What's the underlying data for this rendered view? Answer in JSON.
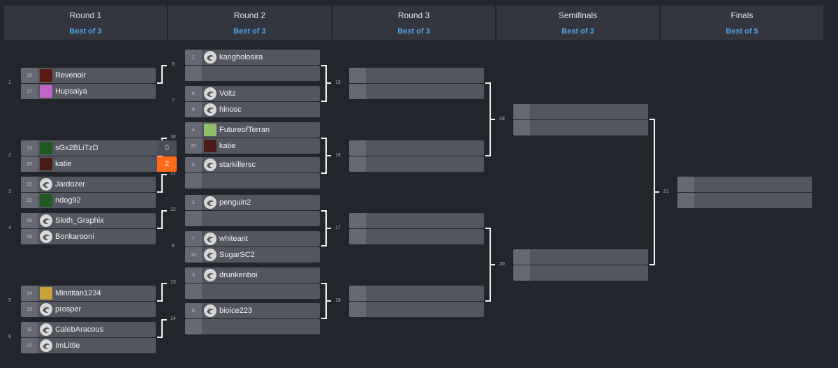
{
  "rounds": [
    {
      "name": "Round 1",
      "best": "Best of 3"
    },
    {
      "name": "Round 2",
      "best": "Best of 3"
    },
    {
      "name": "Round 3",
      "best": "Best of 3"
    },
    {
      "name": "Semifinals",
      "best": "Best of 3"
    },
    {
      "name": "Finals",
      "best": "Best of 5"
    }
  ],
  "round1": [
    {
      "num": "1",
      "p1": {
        "seed": "16",
        "name": "Revenoir"
      },
      "p2": {
        "seed": "17",
        "name": "Hupsaiya"
      }
    },
    {
      "num": "2",
      "p1": {
        "seed": "13",
        "name": "sGx2BLiTzD",
        "score": "0"
      },
      "p2": {
        "seed": "20",
        "name": "katie",
        "score": "2"
      }
    },
    {
      "num": "3",
      "p1": {
        "seed": "12",
        "name": "Jardozer"
      },
      "p2": {
        "seed": "21",
        "name": "ndog92"
      }
    },
    {
      "num": "4",
      "p1": {
        "seed": "15",
        "name": "Sloth_Graphix"
      },
      "p2": {
        "seed": "18",
        "name": "Bonkarooni"
      }
    },
    {
      "num": "5",
      "p1": {
        "seed": "14",
        "name": "Minititan1234"
      },
      "p2": {
        "seed": "19",
        "name": "prosper"
      }
    },
    {
      "num": "6",
      "p1": {
        "seed": "11",
        "name": "CalebAracous"
      },
      "p2": {
        "seed": "22",
        "name": "ImLittle"
      }
    }
  ],
  "round2": [
    {
      "num": "9",
      "p1": {
        "seed": "1",
        "name": "kangholosira"
      },
      "p2": {
        "seed": "",
        "name": ""
      }
    },
    {
      "num": "7",
      "p1": {
        "seed": "8",
        "name": "Voltz"
      },
      "p2": {
        "seed": "9",
        "name": "hinosc"
      }
    },
    {
      "num": "10",
      "p1": {
        "seed": "4",
        "name": "FutureofTerran"
      },
      "p2": {
        "seed": "20",
        "name": "katie"
      }
    },
    {
      "num": "11",
      "p1": {
        "seed": "5",
        "name": "starkillersc"
      },
      "p2": {
        "seed": "",
        "name": ""
      }
    },
    {
      "num": "12",
      "p1": {
        "seed": "2",
        "name": "penguin2"
      },
      "p2": {
        "seed": "",
        "name": ""
      }
    },
    {
      "num": "8",
      "p1": {
        "seed": "7",
        "name": "whiteant"
      },
      "p2": {
        "seed": "10",
        "name": "SugarSC2"
      }
    },
    {
      "num": "13",
      "p1": {
        "seed": "3",
        "name": "drunkenboi"
      },
      "p2": {
        "seed": "",
        "name": ""
      }
    },
    {
      "num": "14",
      "p1": {
        "seed": "6",
        "name": "bioice223"
      },
      "p2": {
        "seed": "",
        "name": ""
      }
    }
  ],
  "round3": [
    {
      "num": "15"
    },
    {
      "num": "16"
    },
    {
      "num": "17"
    },
    {
      "num": "18"
    }
  ],
  "semis": [
    {
      "num": "19"
    },
    {
      "num": "20"
    }
  ],
  "finals": {
    "num": "21"
  },
  "colors": {
    "background": "#23252d",
    "header": "#33363f",
    "accent_blue": "#4fa6e8",
    "slot": "#53565f",
    "winner_score": "#ff6a1a"
  },
  "icons": [
    "sc2-logo-icon",
    "player-avatar-icon"
  ]
}
